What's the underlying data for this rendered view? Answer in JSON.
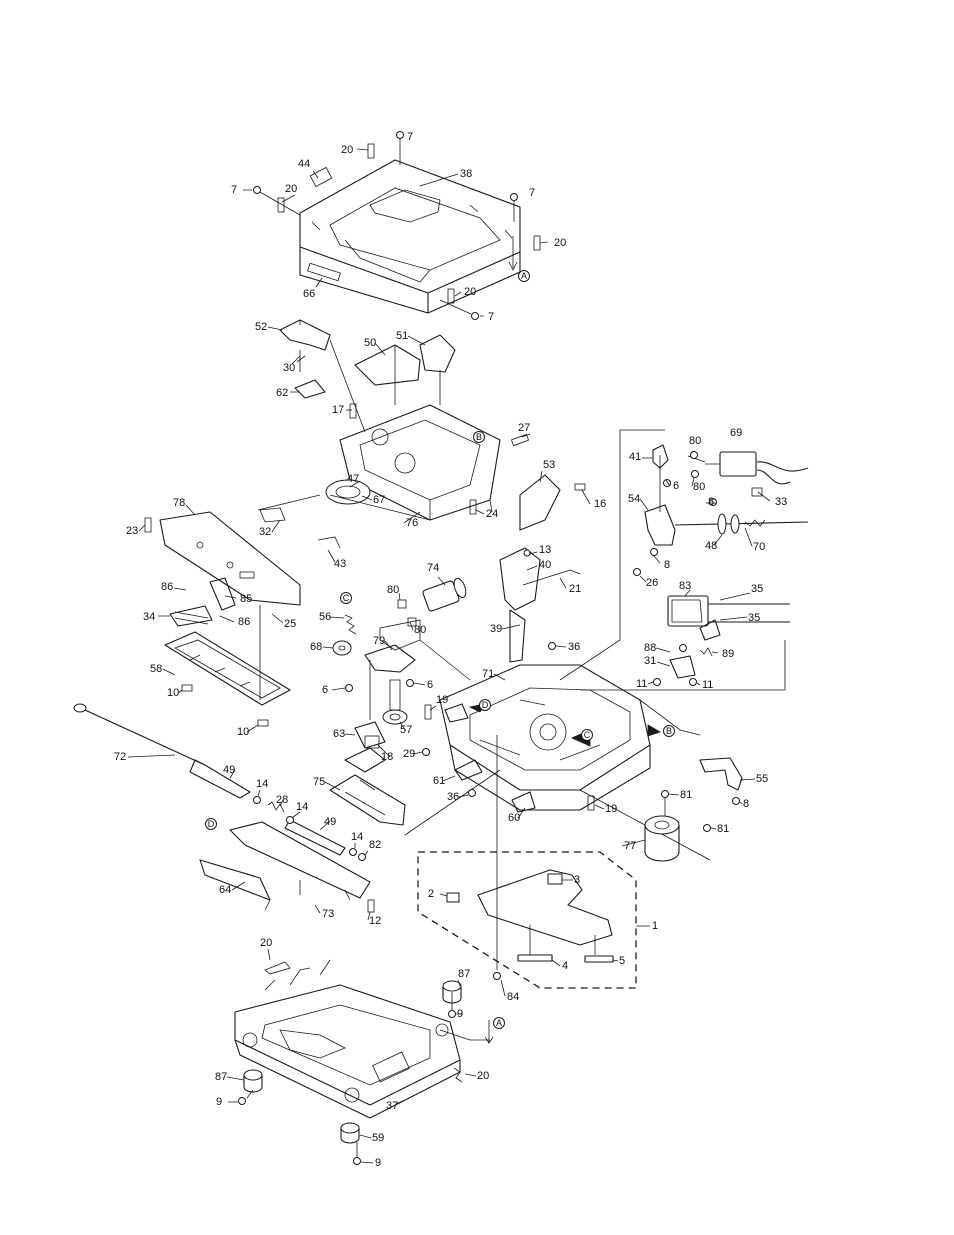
{
  "callouts": {
    "c7a": "7",
    "c20a": "20",
    "c44": "44",
    "c38": "38",
    "c7b": "7",
    "c20b": "20",
    "c7c": "7",
    "c20c": "20",
    "cAtop": "A",
    "c66": "66",
    "c20d": "20",
    "c7d": "7",
    "c52": "52",
    "c51": "51",
    "c50": "50",
    "c30": "30",
    "c62": "62",
    "c17": "17",
    "cB1": "B",
    "c27": "27",
    "c53": "53",
    "c47": "47",
    "c67": "67",
    "c16": "16",
    "c32": "32",
    "c76": "76",
    "c24": "24",
    "c78": "78",
    "c23": "23",
    "c43": "43",
    "c41": "41",
    "c80a": "80",
    "c69": "69",
    "c6a": "6",
    "c80b": "80",
    "c33": "33",
    "c54": "54",
    "c8a": "8",
    "c48": "48",
    "c70": "70",
    "c8b": "8",
    "c26": "26",
    "c13": "13",
    "c40": "40",
    "c74": "74",
    "c21": "21",
    "c86a": "86",
    "c85": "85",
    "cC1": "C",
    "c80c": "80",
    "c80d": "80",
    "c34": "34",
    "c86b": "86",
    "c25": "25",
    "c56": "56",
    "c39": "39",
    "c35a": "35",
    "c83": "83",
    "c35b": "35",
    "c79": "79",
    "c68": "68",
    "c36a": "36",
    "c58": "58",
    "c71": "71",
    "c88": "88",
    "c89": "89",
    "c31": "31",
    "c6b": "6",
    "c6c": "6",
    "c11a": "11",
    "c11b": "11",
    "c10a": "10",
    "c19a": "19",
    "cD1": "D",
    "c57": "57",
    "c72": "72",
    "c10b": "10",
    "c63": "63",
    "c29": "29",
    "c18": "18",
    "cC2": "C",
    "cB2": "B",
    "c55": "55",
    "c49a": "49",
    "c61": "61",
    "c36b": "36",
    "c75": "75",
    "c14a": "14",
    "c28": "28",
    "c14b": "14",
    "c8c": "8",
    "c81a": "81",
    "c60": "60",
    "c19b": "19",
    "c81b": "81",
    "c49b": "49",
    "cD2": "D",
    "c77": "77",
    "c14c": "14",
    "c82": "82",
    "c64": "64",
    "c73": "73",
    "c3": "3",
    "c2": "2",
    "c12": "12",
    "c1": "1",
    "c4": "4",
    "c5": "5",
    "c20e": "20",
    "c87a": "87",
    "c9a": "9",
    "c84": "84",
    "cAbot": "A",
    "c87b": "87",
    "c20f": "20",
    "c9b": "9",
    "c37": "37",
    "c59": "59",
    "c9c": "9"
  }
}
